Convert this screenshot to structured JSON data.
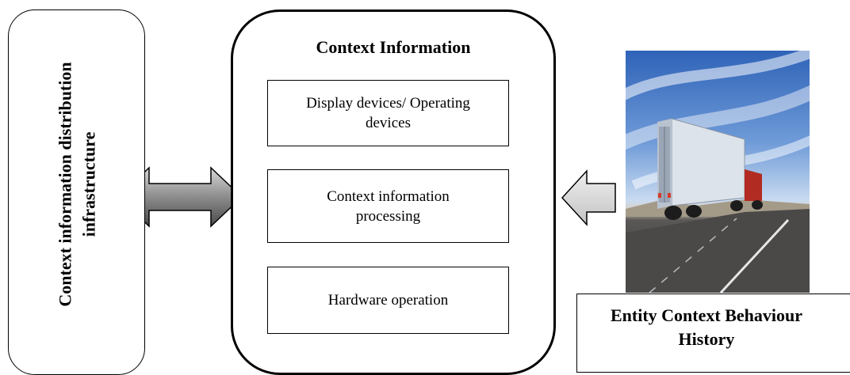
{
  "left_panel": {
    "title_line1": "Context information distribution",
    "title_line2": "infrastructure"
  },
  "center_panel": {
    "title": "Context Information",
    "boxes": [
      {
        "line1": "Display devices/ Operating",
        "line2": "devices"
      },
      {
        "line1": "Context information",
        "line2": "processing"
      },
      {
        "line1": "Hardware operation",
        "line2": ""
      }
    ]
  },
  "right_panel": {
    "caption_line1": "Entity Context Behaviour",
    "caption_line2": "History"
  },
  "colors": {
    "double_arrow_fill": "#8c8c8c",
    "single_arrow_fill": "#cfcfcf",
    "outline": "#000000"
  }
}
